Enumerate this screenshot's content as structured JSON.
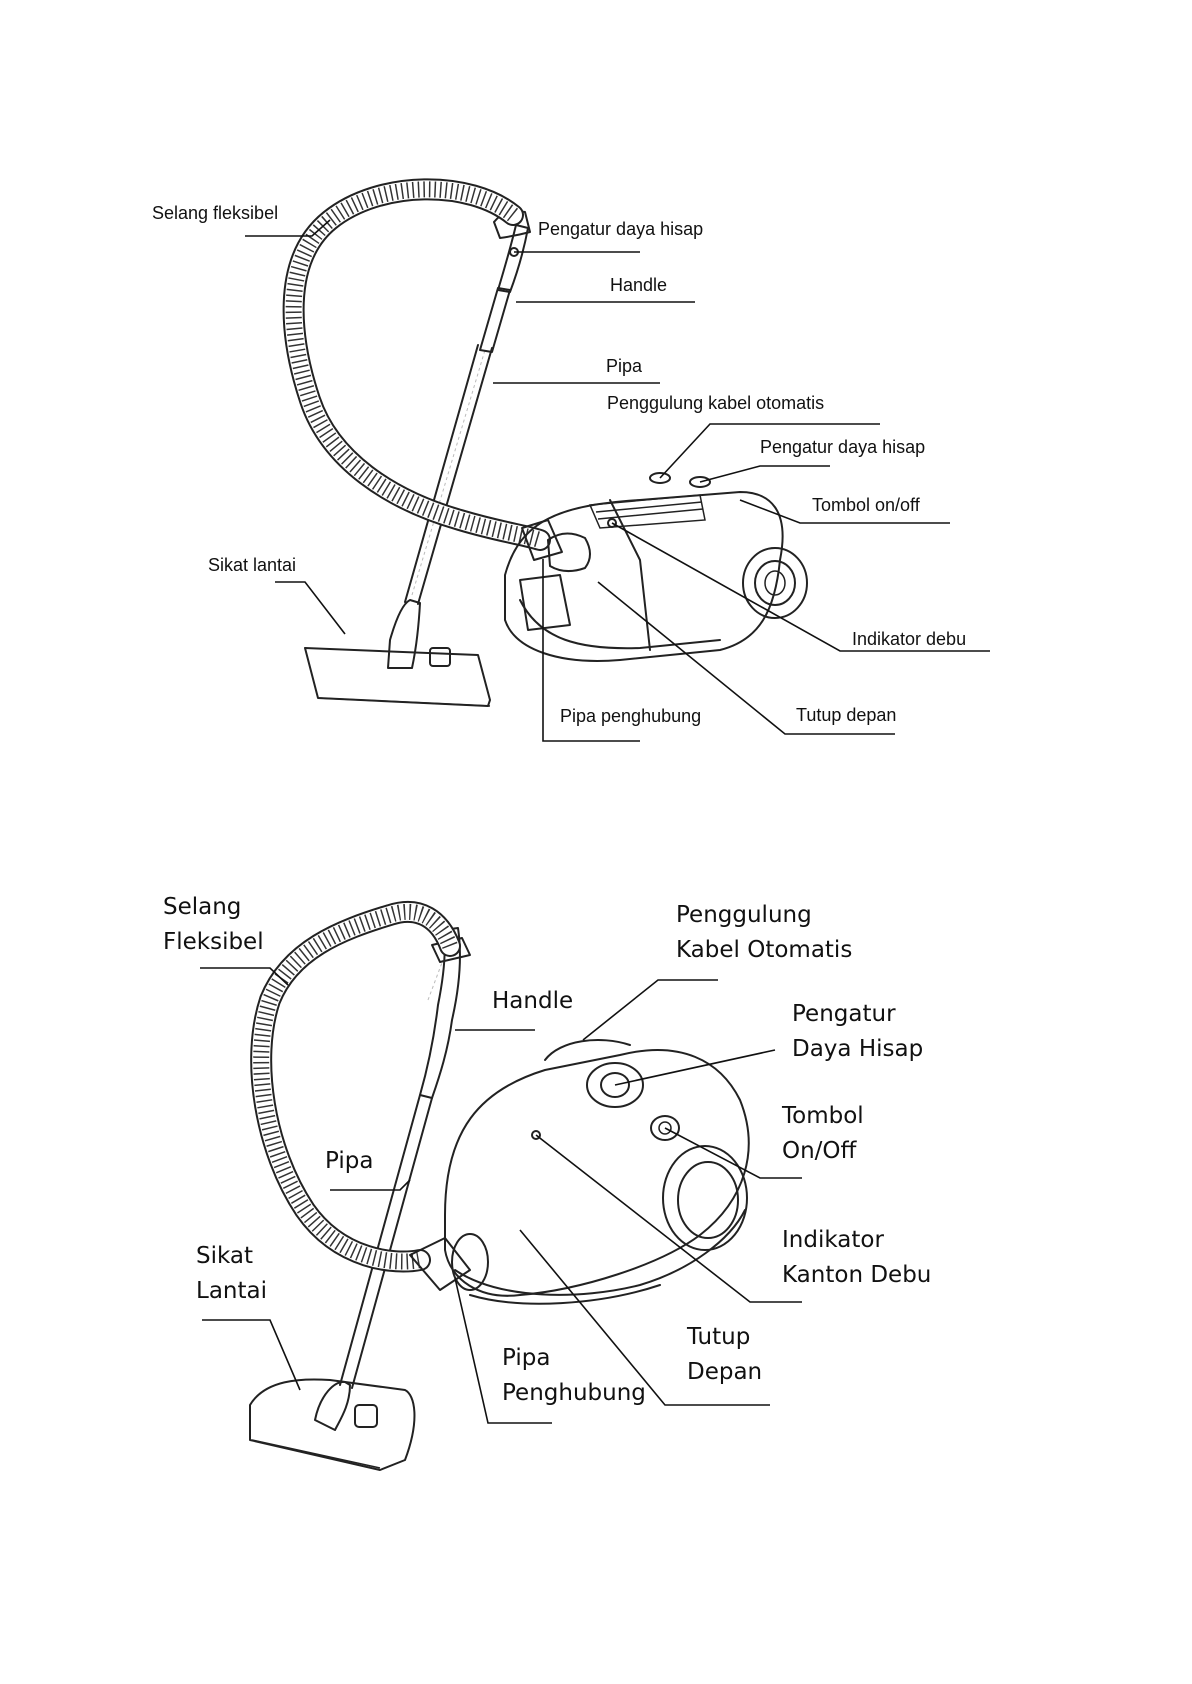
{
  "diagram_top": {
    "labels": {
      "selang": "Selang fleksibel",
      "pengatur_handle": "Pengatur daya hisap",
      "handle": "Handle",
      "pipa": "Pipa",
      "penggulung": "Penggulung kabel otomatis",
      "pengatur_body": "Pengatur daya hisap",
      "tombol": "Tombol on/off",
      "sikat": "Sikat lantai",
      "indikator": "Indikator debu",
      "pipa_penghubung": "Pipa penghubung",
      "tutup": "Tutup depan"
    }
  },
  "diagram_bottom": {
    "labels": {
      "selang": "Selang\nFleksibel",
      "penggulung": "Penggulung\nKabel Otomatis",
      "handle": "Handle",
      "pengatur": "Pengatur\nDaya Hisap",
      "tombol": "Tombol\nOn/Off",
      "pipa": "Pipa",
      "sikat": "Sikat\nLantai",
      "indikator": "Indikator\nKanton Debu",
      "pipa_penghubung": "Pipa\nPenghubung",
      "tutup": "Tutup\nDepan"
    }
  }
}
